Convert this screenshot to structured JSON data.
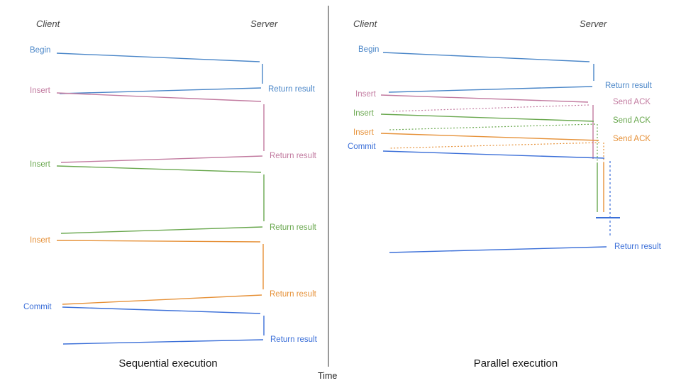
{
  "palette": {
    "blue": "#4a86c8",
    "commit_blue": "#3b6fd8",
    "pink": "#c27ba0",
    "green": "#6aa84f",
    "orange": "#e69138",
    "axis_gray": "#555555",
    "header_gray": "#434343"
  },
  "left": {
    "client_header": "Client",
    "server_header": "Server",
    "caption": "Sequential execution",
    "messages": [
      {
        "label": "Begin",
        "return_label": "Return result",
        "color": "blue"
      },
      {
        "label": "Insert",
        "return_label": "Return result",
        "color": "pink"
      },
      {
        "label": "Insert",
        "return_label": "Return result",
        "color": "green"
      },
      {
        "label": "Insert",
        "return_label": "Return result",
        "color": "orange"
      },
      {
        "label": "Commit",
        "return_label": "Return result",
        "color": "commit_blue"
      }
    ]
  },
  "right": {
    "client_header": "Client",
    "server_header": "Server",
    "caption": "Parallel execution",
    "messages": [
      {
        "label": "Begin",
        "response_label": "Return result",
        "color": "blue"
      },
      {
        "label": "Insert",
        "response_label": "Send ACK",
        "color": "pink"
      },
      {
        "label": "Insert",
        "response_label": "Send ACK",
        "color": "green"
      },
      {
        "label": "Insert",
        "response_label": "Send ACK",
        "color": "orange"
      },
      {
        "label": "Commit",
        "response_label": "Return result",
        "color": "commit_blue"
      }
    ]
  },
  "time_axis": {
    "label": "Time"
  }
}
